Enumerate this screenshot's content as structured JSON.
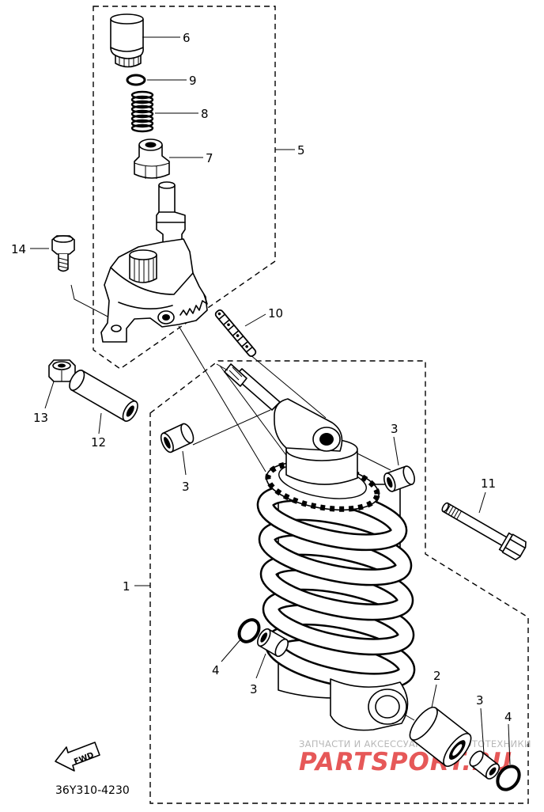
{
  "labels": {
    "p6": "6",
    "p9": "9",
    "p8": "8",
    "p7": "7",
    "p5": "5",
    "p14": "14",
    "p10": "10",
    "p13": "13",
    "p12": "12",
    "p3_top": "3",
    "p3_left": "3",
    "p11": "11",
    "p1": "1",
    "p4_mid": "4",
    "p3_mid": "3",
    "p2": "2",
    "p3_right": "3",
    "p4_right": "4"
  },
  "fwd_label": "FWD",
  "diagram_code": "36Y310-4230",
  "watermark": {
    "line1": "ЗАПЧАСТИ И АКСЕССУАРЫ ДЛЯ МОТОТЕХНИКИ",
    "line2": "PARTSPORT.RU"
  },
  "colors": {
    "line": "#000000",
    "background": "#ffffff",
    "watermark_red": "#e23b3b",
    "watermark_grey": "#b8b8b8"
  }
}
